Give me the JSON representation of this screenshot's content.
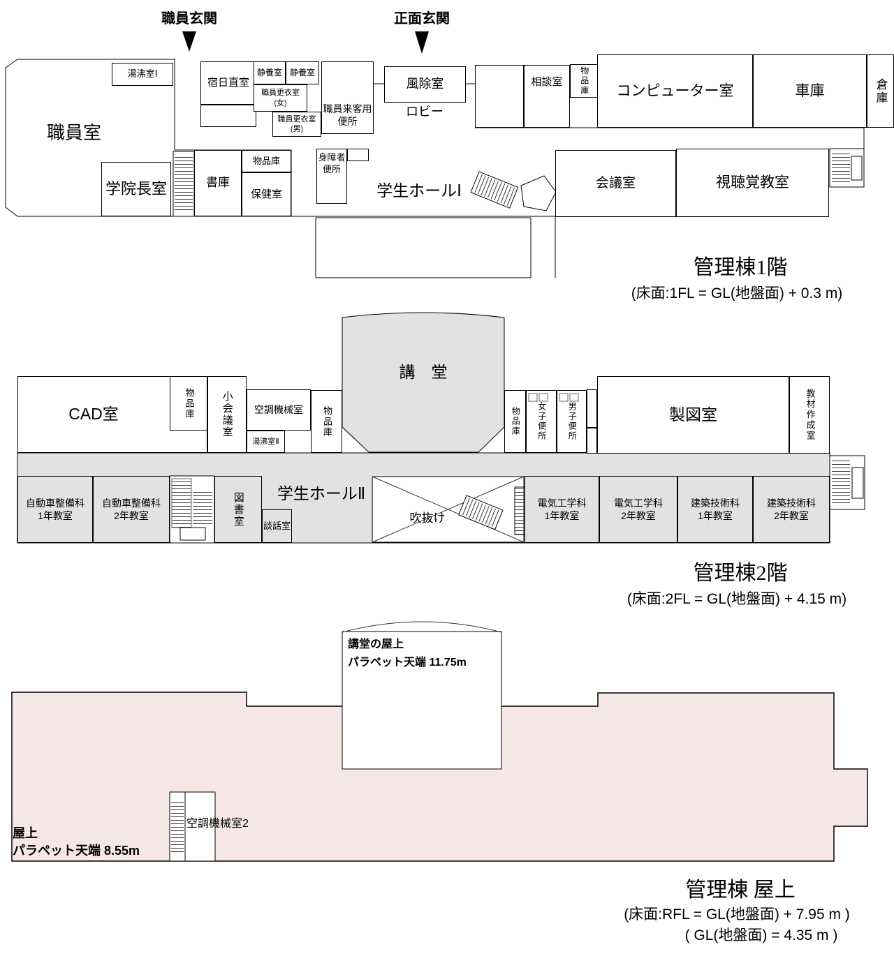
{
  "palette": {
    "wall_line": "#000000",
    "room_fill": "#ffffff",
    "hall_fill": "#e2e2e2",
    "roof_fill": "#f8e7e7"
  },
  "floor1": {
    "entrance_staff": "職員玄関",
    "entrance_main": "正面玄関",
    "rooms": {
      "shokuinshitsu": "職員室",
      "yuwakashishitsu1": "湯沸室Ⅰ",
      "gakuinchoshitsu": "学院長室",
      "shoko": "書庫",
      "buppinko_a": "物品庫",
      "hokenshitsu": "保健室",
      "shukunichokushitsu": "宿日直室",
      "seiyoshitsu_a": "静養室",
      "seiyoshitsu_b": "静養室",
      "koishitsu_female": "職員更衣室\n(女)",
      "koishitsu_male": "職員更衣室\n(男)",
      "raikyaku_benjo": "職員来客用\n便所",
      "fujoshitsu": "風除室",
      "lobby": "ロビー",
      "sodanshitsu": "相談室",
      "buppinko_b": "物品庫",
      "computer_shitsu": "コンピューター室",
      "shako": "車庫",
      "soko": "倉庫",
      "kaigishitsu": "会議室",
      "shichokaku_kyoshitsu": "視聴覚教室",
      "shinshosha_benjo": "身障者\n便所",
      "gakusei_hall1": "学生ホールⅠ"
    },
    "caption_title": "管理棟1階",
    "caption_sub": "(床面:1FL = GL(地盤面) + 0.3 m)"
  },
  "floor2": {
    "rooms": {
      "cad_shitsu": "CAD室",
      "buppinko_c": "物品庫",
      "shokaigishitsu": "小会議室",
      "kucho_kikaishitsu": "空調機械室",
      "yuwakashishitsu2": "湯沸室Ⅱ",
      "buppinko_d": "物品庫",
      "kodo": "講　堂",
      "buppinko_e": "物品庫",
      "joshi_benjo": "女子便所",
      "danshi_benjo": "男子便所",
      "seizushitsu": "製図室",
      "kyozai_sakuseishitsu": "教材作成室",
      "jidosha1": "自動車整備科\n1年教室",
      "jidosha2": "自動車整備科\n2年教室",
      "toshoshitsu": "図書室",
      "danwashitsu": "談話室",
      "gakusei_hall2": "学生ホールⅡ",
      "fukinuke": "吹抜け",
      "denki1": "電気工学科\n1年教室",
      "denki2": "電気工学科\n2年教室",
      "kenchiku1": "建築技術科\n1年教室",
      "kenchiku2": "建築技術科\n2年教室"
    },
    "caption_title": "管理棟2階",
    "caption_sub": "(床面:2FL = GL(地盤面) + 4.15 m)"
  },
  "roof": {
    "kodo_okujo_label": "講堂の屋上",
    "kodo_parapet": "パラペット天端 11.75m",
    "kucho_kikaishitsu2": "空調機械室2",
    "okujo_label": "屋上",
    "okujo_parapet": "パラペット天端 8.55m",
    "caption_title": "管理棟 屋上",
    "caption_sub1": "(床面:RFL = GL(地盤面) + 7.95 m )",
    "caption_sub2": "(  GL(地盤面) = 4.35 m )"
  }
}
